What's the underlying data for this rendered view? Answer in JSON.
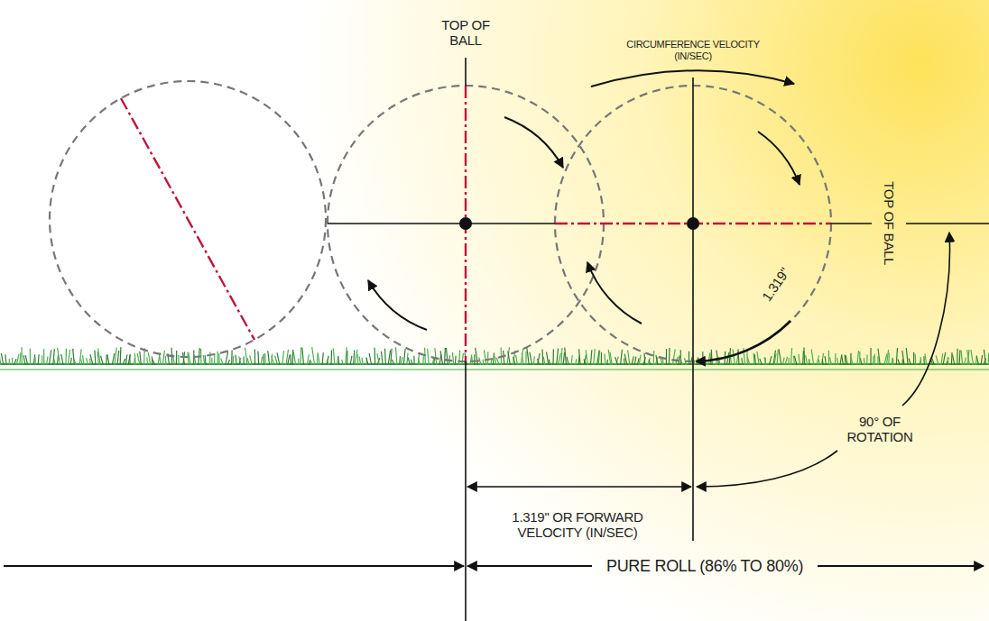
{
  "diagram": {
    "labels": [
      "TOP OF BALL",
      "CIRCUMFERENCE VELOCITY (IN/SEC)",
      "TOP OF BALL",
      "1.319\"",
      "90° OF ROTATION",
      "1.319\" OR FORWARD VELOCITY (IN/SEC)",
      "PURE ROLL (86% TO 80%)"
    ]
  }
}
